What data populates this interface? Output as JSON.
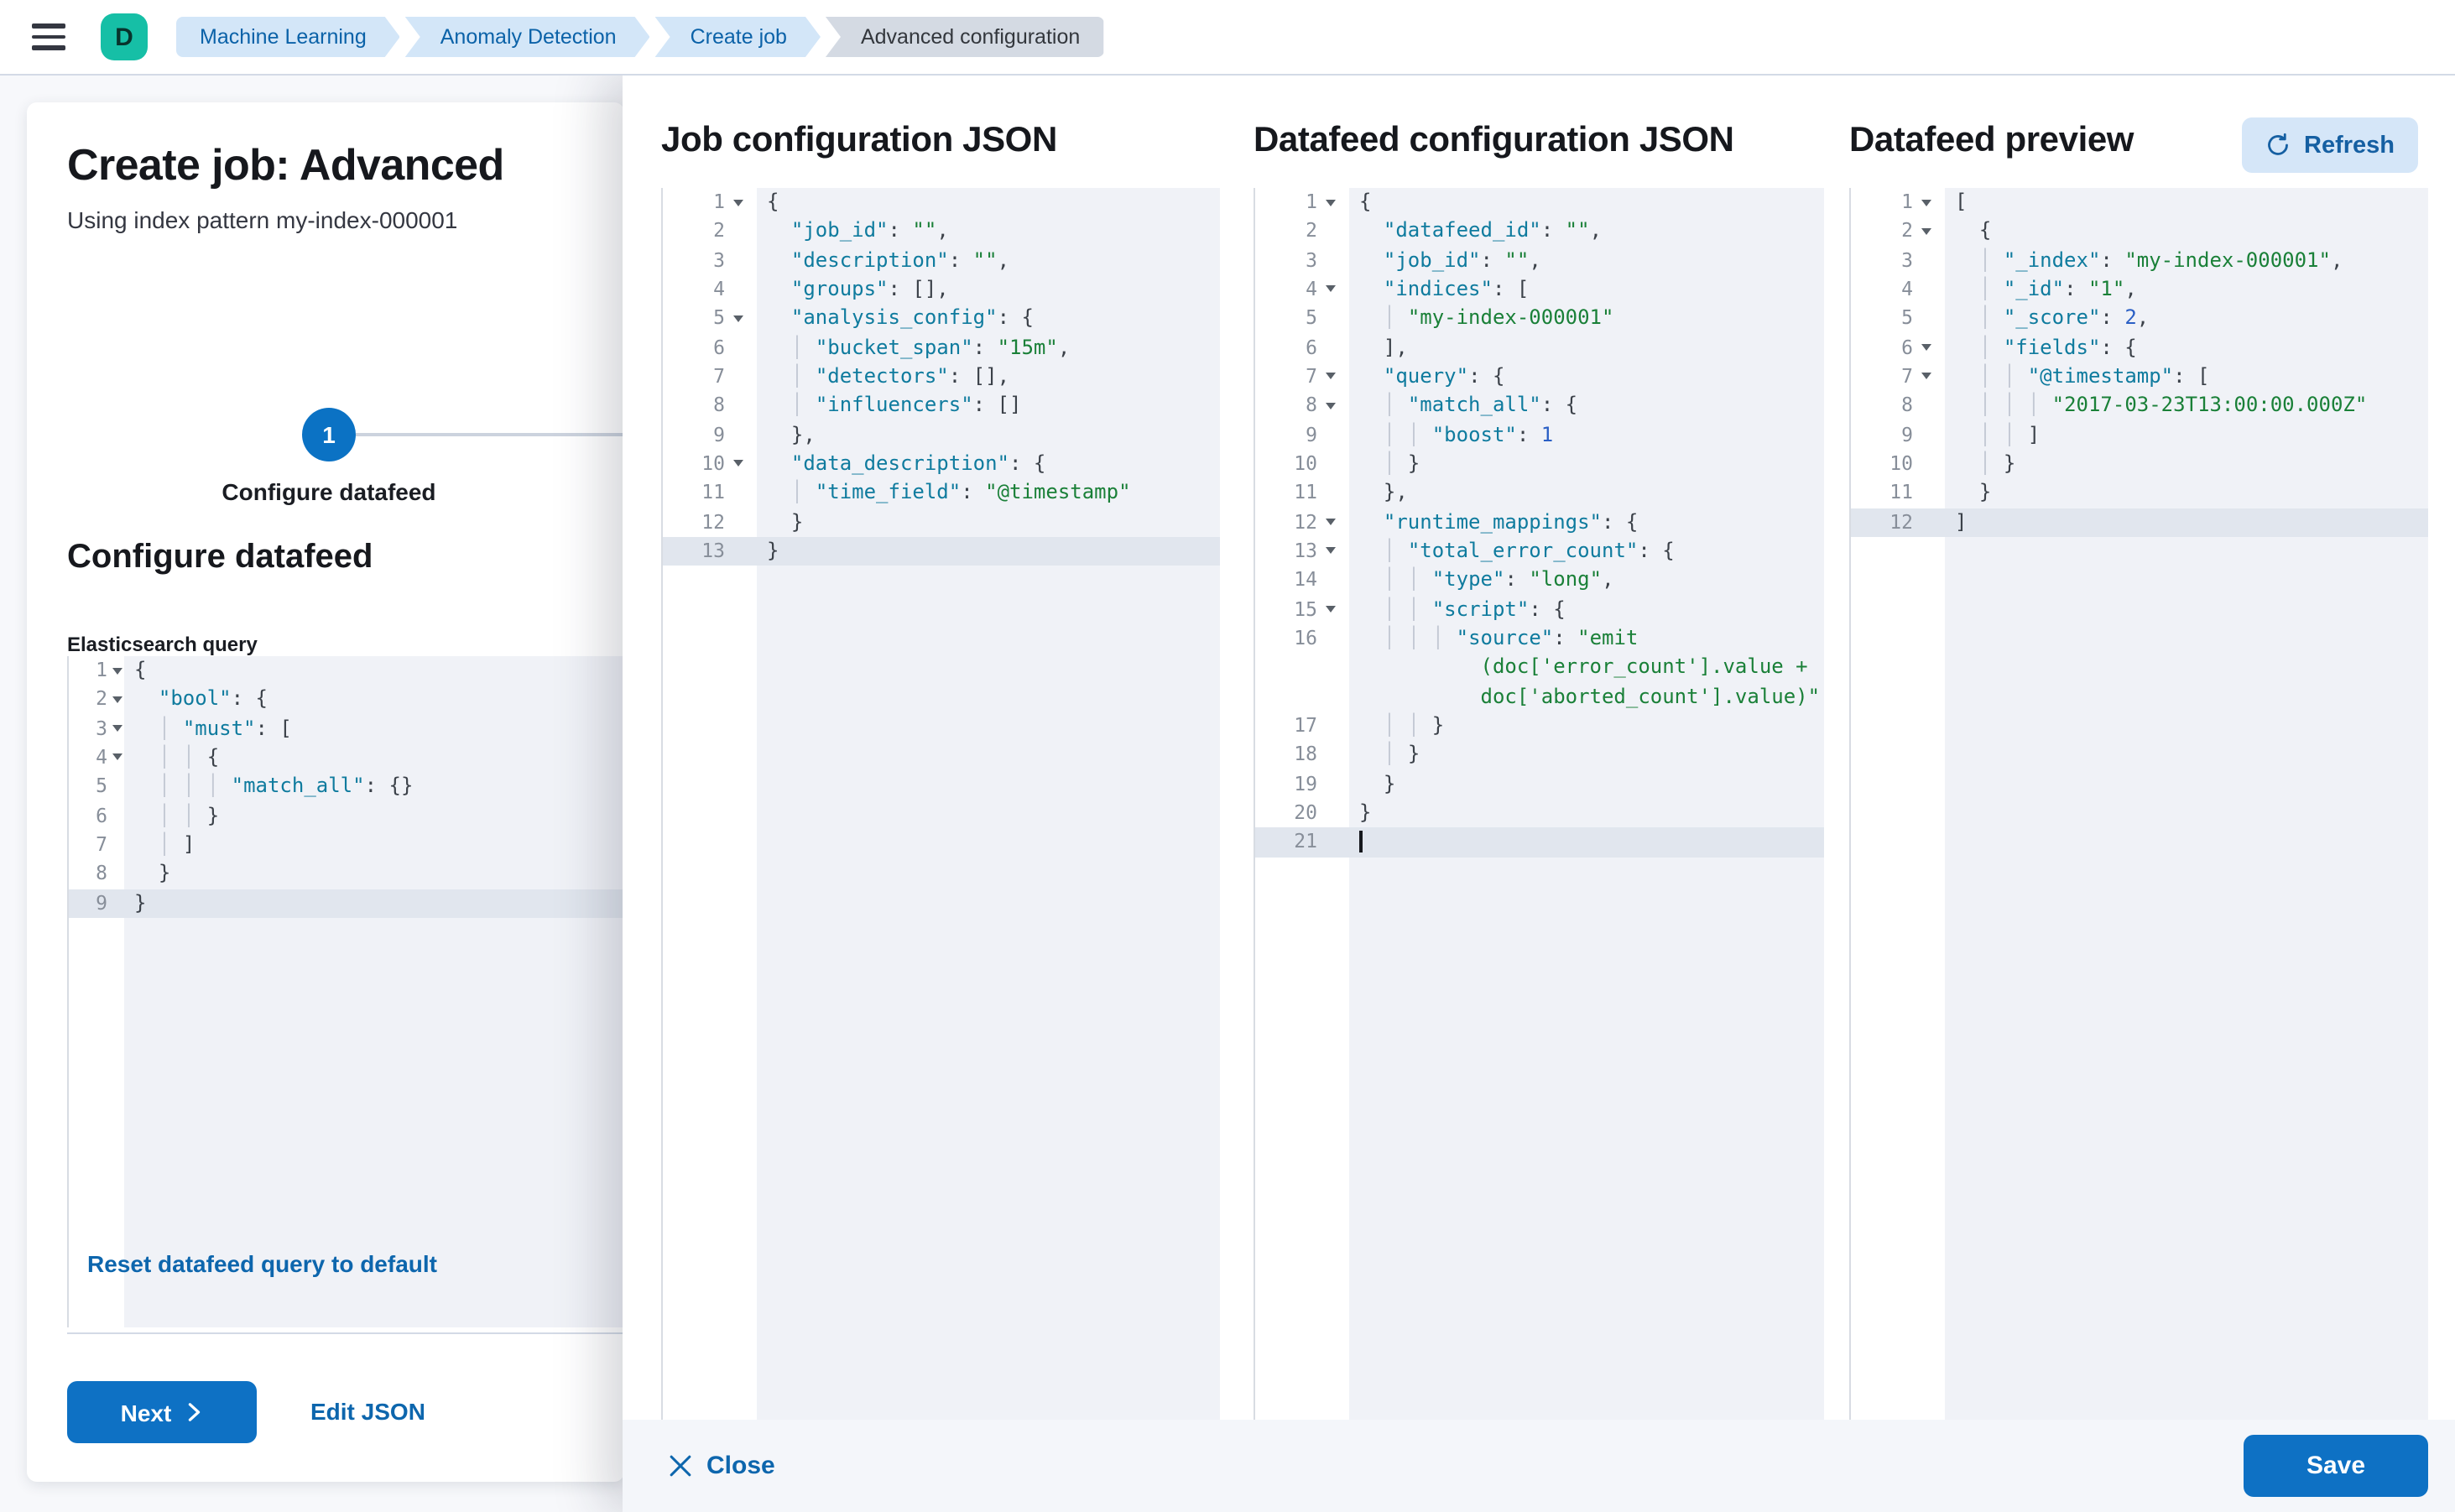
{
  "header": {
    "avatar_letter": "D",
    "breadcrumbs": [
      {
        "label": "Machine Learning",
        "current": false
      },
      {
        "label": "Anomaly Detection",
        "current": false
      },
      {
        "label": "Create job",
        "current": false
      },
      {
        "label": "Advanced configuration",
        "current": true
      }
    ]
  },
  "wizard": {
    "title": "Create job: Advanced",
    "subtitle": "Using index pattern my-index-000001",
    "step_number": "1",
    "step_label": "Configure datafeed",
    "section_title": "Configure datafeed",
    "query_label": "Elasticsearch query",
    "reset_link": "Reset datafeed query to default",
    "next_button": "Next",
    "edit_json_link": "Edit JSON"
  },
  "flyout": {
    "columns": [
      {
        "title": "Job configuration JSON"
      },
      {
        "title": "Datafeed configuration JSON"
      },
      {
        "title": "Datafeed preview"
      }
    ],
    "refresh_button": "Refresh",
    "close_button": "Close",
    "save_button": "Save"
  },
  "colors": {
    "primary_button": "#0e71c4",
    "link": "#0d66ad",
    "avatar_bg": "#16bfa6",
    "breadcrumb_bg": "#d3e6f8",
    "breadcrumb_current_bg": "#d4dae3",
    "refresh_bg": "#d5e6f8",
    "editor_bg": "#f0f2f7",
    "editor_active_line": "#e1e6ee",
    "code_key": "#0f7b9e",
    "code_string": "#1a8038",
    "code_number": "#2a5fc5"
  },
  "editors": {
    "es_query": {
      "lines": [
        {
          "n": "1",
          "fold": true,
          "t": [
            [
              "p",
              "{"
            ]
          ]
        },
        {
          "n": "2",
          "fold": true,
          "t": [
            [
              "p",
              "  "
            ],
            [
              "k",
              "\"bool\""
            ],
            [
              "p",
              ": {"
            ]
          ]
        },
        {
          "n": "3",
          "fold": true,
          "t": [
            [
              "p",
              "  "
            ],
            [
              "g",
              "│ "
            ],
            [
              "k",
              "\"must\""
            ],
            [
              "p",
              ": ["
            ]
          ]
        },
        {
          "n": "4",
          "fold": true,
          "t": [
            [
              "p",
              "  "
            ],
            [
              "g",
              "│ "
            ],
            [
              "g",
              "│ "
            ],
            [
              "p",
              "{"
            ]
          ]
        },
        {
          "n": "5",
          "t": [
            [
              "p",
              "  "
            ],
            [
              "g",
              "│ "
            ],
            [
              "g",
              "│ "
            ],
            [
              "g",
              "│ "
            ],
            [
              "k",
              "\"match_all\""
            ],
            [
              "p",
              ": {}"
            ]
          ]
        },
        {
          "n": "6",
          "t": [
            [
              "p",
              "  "
            ],
            [
              "g",
              "│ "
            ],
            [
              "g",
              "│ "
            ],
            [
              "p",
              "}"
            ]
          ]
        },
        {
          "n": "7",
          "t": [
            [
              "p",
              "  "
            ],
            [
              "g",
              "│ "
            ],
            [
              "p",
              "]"
            ]
          ]
        },
        {
          "n": "8",
          "t": [
            [
              "p",
              "  }"
            ]
          ]
        },
        {
          "n": "9",
          "hl": true,
          "t": [
            [
              "p",
              "}"
            ]
          ]
        }
      ]
    },
    "job_config": {
      "lines": [
        {
          "n": "1",
          "fold": true,
          "t": [
            [
              "p",
              "{"
            ]
          ]
        },
        {
          "n": "2",
          "t": [
            [
              "p",
              "  "
            ],
            [
              "k",
              "\"job_id\""
            ],
            [
              "p",
              ": "
            ],
            [
              "s",
              "\"\""
            ],
            [
              "p",
              ","
            ]
          ]
        },
        {
          "n": "3",
          "t": [
            [
              "p",
              "  "
            ],
            [
              "k",
              "\"description\""
            ],
            [
              "p",
              ": "
            ],
            [
              "s",
              "\"\""
            ],
            [
              "p",
              ","
            ]
          ]
        },
        {
          "n": "4",
          "t": [
            [
              "p",
              "  "
            ],
            [
              "k",
              "\"groups\""
            ],
            [
              "p",
              ": [],"
            ]
          ]
        },
        {
          "n": "5",
          "fold": true,
          "t": [
            [
              "p",
              "  "
            ],
            [
              "k",
              "\"analysis_config\""
            ],
            [
              "p",
              ": {"
            ]
          ]
        },
        {
          "n": "6",
          "t": [
            [
              "p",
              "  "
            ],
            [
              "g",
              "│ "
            ],
            [
              "k",
              "\"bucket_span\""
            ],
            [
              "p",
              ": "
            ],
            [
              "s",
              "\"15m\""
            ],
            [
              "p",
              ","
            ]
          ]
        },
        {
          "n": "7",
          "t": [
            [
              "p",
              "  "
            ],
            [
              "g",
              "│ "
            ],
            [
              "k",
              "\"detectors\""
            ],
            [
              "p",
              ": [],"
            ]
          ]
        },
        {
          "n": "8",
          "t": [
            [
              "p",
              "  "
            ],
            [
              "g",
              "│ "
            ],
            [
              "k",
              "\"influencers\""
            ],
            [
              "p",
              ": []"
            ]
          ]
        },
        {
          "n": "9",
          "t": [
            [
              "p",
              "  },"
            ]
          ]
        },
        {
          "n": "10",
          "fold": true,
          "t": [
            [
              "p",
              "  "
            ],
            [
              "k",
              "\"data_description\""
            ],
            [
              "p",
              ": {"
            ]
          ]
        },
        {
          "n": "11",
          "t": [
            [
              "p",
              "  "
            ],
            [
              "g",
              "│ "
            ],
            [
              "k",
              "\"time_field\""
            ],
            [
              "p",
              ": "
            ],
            [
              "s",
              "\"@timestamp\""
            ]
          ]
        },
        {
          "n": "12",
          "t": [
            [
              "p",
              "  }"
            ]
          ]
        },
        {
          "n": "13",
          "hl": true,
          "t": [
            [
              "p",
              "}"
            ]
          ]
        }
      ]
    },
    "datafeed_config": {
      "lines": [
        {
          "n": "1",
          "fold": true,
          "t": [
            [
              "p",
              "{"
            ]
          ]
        },
        {
          "n": "2",
          "t": [
            [
              "p",
              "  "
            ],
            [
              "k",
              "\"datafeed_id\""
            ],
            [
              "p",
              ": "
            ],
            [
              "s",
              "\"\""
            ],
            [
              "p",
              ","
            ]
          ]
        },
        {
          "n": "3",
          "t": [
            [
              "p",
              "  "
            ],
            [
              "k",
              "\"job_id\""
            ],
            [
              "p",
              ": "
            ],
            [
              "s",
              "\"\""
            ],
            [
              "p",
              ","
            ]
          ]
        },
        {
          "n": "4",
          "fold": true,
          "t": [
            [
              "p",
              "  "
            ],
            [
              "k",
              "\"indices\""
            ],
            [
              "p",
              ": ["
            ]
          ]
        },
        {
          "n": "5",
          "t": [
            [
              "p",
              "  "
            ],
            [
              "g",
              "│ "
            ],
            [
              "s",
              "\"my-index-000001\""
            ]
          ]
        },
        {
          "n": "6",
          "t": [
            [
              "p",
              "  ],"
            ]
          ]
        },
        {
          "n": "7",
          "fold": true,
          "t": [
            [
              "p",
              "  "
            ],
            [
              "k",
              "\"query\""
            ],
            [
              "p",
              ": {"
            ]
          ]
        },
        {
          "n": "8",
          "fold": true,
          "t": [
            [
              "p",
              "  "
            ],
            [
              "g",
              "│ "
            ],
            [
              "k",
              "\"match_all\""
            ],
            [
              "p",
              ": {"
            ]
          ]
        },
        {
          "n": "9",
          "t": [
            [
              "p",
              "  "
            ],
            [
              "g",
              "│ "
            ],
            [
              "g",
              "│ "
            ],
            [
              "k",
              "\"boost\""
            ],
            [
              "p",
              ": "
            ],
            [
              "n",
              "1"
            ]
          ]
        },
        {
          "n": "10",
          "t": [
            [
              "p",
              "  "
            ],
            [
              "g",
              "│ "
            ],
            [
              "p",
              "}"
            ]
          ]
        },
        {
          "n": "11",
          "t": [
            [
              "p",
              "  },"
            ]
          ]
        },
        {
          "n": "12",
          "fold": true,
          "t": [
            [
              "p",
              "  "
            ],
            [
              "k",
              "\"runtime_mappings\""
            ],
            [
              "p",
              ": {"
            ]
          ]
        },
        {
          "n": "13",
          "fold": true,
          "t": [
            [
              "p",
              "  "
            ],
            [
              "g",
              "│ "
            ],
            [
              "k",
              "\"total_error_count\""
            ],
            [
              "p",
              ": {"
            ]
          ]
        },
        {
          "n": "14",
          "t": [
            [
              "p",
              "  "
            ],
            [
              "g",
              "│ "
            ],
            [
              "g",
              "│ "
            ],
            [
              "k",
              "\"type\""
            ],
            [
              "p",
              ": "
            ],
            [
              "s",
              "\"long\""
            ],
            [
              "p",
              ","
            ]
          ]
        },
        {
          "n": "15",
          "fold": true,
          "t": [
            [
              "p",
              "  "
            ],
            [
              "g",
              "│ "
            ],
            [
              "g",
              "│ "
            ],
            [
              "k",
              "\"script\""
            ],
            [
              "p",
              ": {"
            ]
          ]
        },
        {
          "n": "16",
          "t": [
            [
              "p",
              "  "
            ],
            [
              "g",
              "│ "
            ],
            [
              "g",
              "│ "
            ],
            [
              "g",
              "│ "
            ],
            [
              "k",
              "\"source\""
            ],
            [
              "p",
              ": "
            ],
            [
              "s",
              "\"emit"
            ]
          ]
        },
        {
          "n": "",
          "t": [
            [
              "s",
              "          (doc['error_count'].value +"
            ]
          ]
        },
        {
          "n": "",
          "t": [
            [
              "s",
              "          doc['aborted_count'].value)\""
            ]
          ]
        },
        {
          "n": "17",
          "t": [
            [
              "p",
              "  "
            ],
            [
              "g",
              "│ "
            ],
            [
              "g",
              "│ "
            ],
            [
              "p",
              "}"
            ]
          ]
        },
        {
          "n": "18",
          "t": [
            [
              "p",
              "  "
            ],
            [
              "g",
              "│ "
            ],
            [
              "p",
              "}"
            ]
          ]
        },
        {
          "n": "19",
          "t": [
            [
              "p",
              "  }"
            ]
          ]
        },
        {
          "n": "20",
          "t": [
            [
              "p",
              "}"
            ]
          ]
        },
        {
          "n": "21",
          "hl": true,
          "t": [
            [
              "c",
              ""
            ]
          ]
        }
      ]
    },
    "datafeed_preview": {
      "lines": [
        {
          "n": "1",
          "fold": true,
          "t": [
            [
              "p",
              "["
            ]
          ]
        },
        {
          "n": "2",
          "fold": true,
          "t": [
            [
              "p",
              "  {"
            ]
          ]
        },
        {
          "n": "3",
          "t": [
            [
              "p",
              "  "
            ],
            [
              "g",
              "│ "
            ],
            [
              "k",
              "\"_index\""
            ],
            [
              "p",
              ": "
            ],
            [
              "s",
              "\"my-index-000001\""
            ],
            [
              "p",
              ","
            ]
          ]
        },
        {
          "n": "4",
          "t": [
            [
              "p",
              "  "
            ],
            [
              "g",
              "│ "
            ],
            [
              "k",
              "\"_id\""
            ],
            [
              "p",
              ": "
            ],
            [
              "s",
              "\"1\""
            ],
            [
              "p",
              ","
            ]
          ]
        },
        {
          "n": "5",
          "t": [
            [
              "p",
              "  "
            ],
            [
              "g",
              "│ "
            ],
            [
              "k",
              "\"_score\""
            ],
            [
              "p",
              ": "
            ],
            [
              "n",
              "2"
            ],
            [
              "p",
              ","
            ]
          ]
        },
        {
          "n": "6",
          "fold": true,
          "t": [
            [
              "p",
              "  "
            ],
            [
              "g",
              "│ "
            ],
            [
              "k",
              "\"fields\""
            ],
            [
              "p",
              ": {"
            ]
          ]
        },
        {
          "n": "7",
          "fold": true,
          "t": [
            [
              "p",
              "  "
            ],
            [
              "g",
              "│ "
            ],
            [
              "g",
              "│ "
            ],
            [
              "k",
              "\"@timestamp\""
            ],
            [
              "p",
              ": ["
            ]
          ]
        },
        {
          "n": "8",
          "t": [
            [
              "p",
              "  "
            ],
            [
              "g",
              "│ "
            ],
            [
              "g",
              "│ "
            ],
            [
              "g",
              "│ "
            ],
            [
              "s",
              "\"2017-03-23T13:00:00.000Z\""
            ]
          ]
        },
        {
          "n": "9",
          "t": [
            [
              "p",
              "  "
            ],
            [
              "g",
              "│ "
            ],
            [
              "g",
              "│ "
            ],
            [
              "p",
              "]"
            ]
          ]
        },
        {
          "n": "10",
          "t": [
            [
              "p",
              "  "
            ],
            [
              "g",
              "│ "
            ],
            [
              "p",
              "}"
            ]
          ]
        },
        {
          "n": "11",
          "t": [
            [
              "p",
              "  }"
            ]
          ]
        },
        {
          "n": "12",
          "hl": true,
          "t": [
            [
              "p",
              "]"
            ]
          ]
        }
      ]
    }
  }
}
